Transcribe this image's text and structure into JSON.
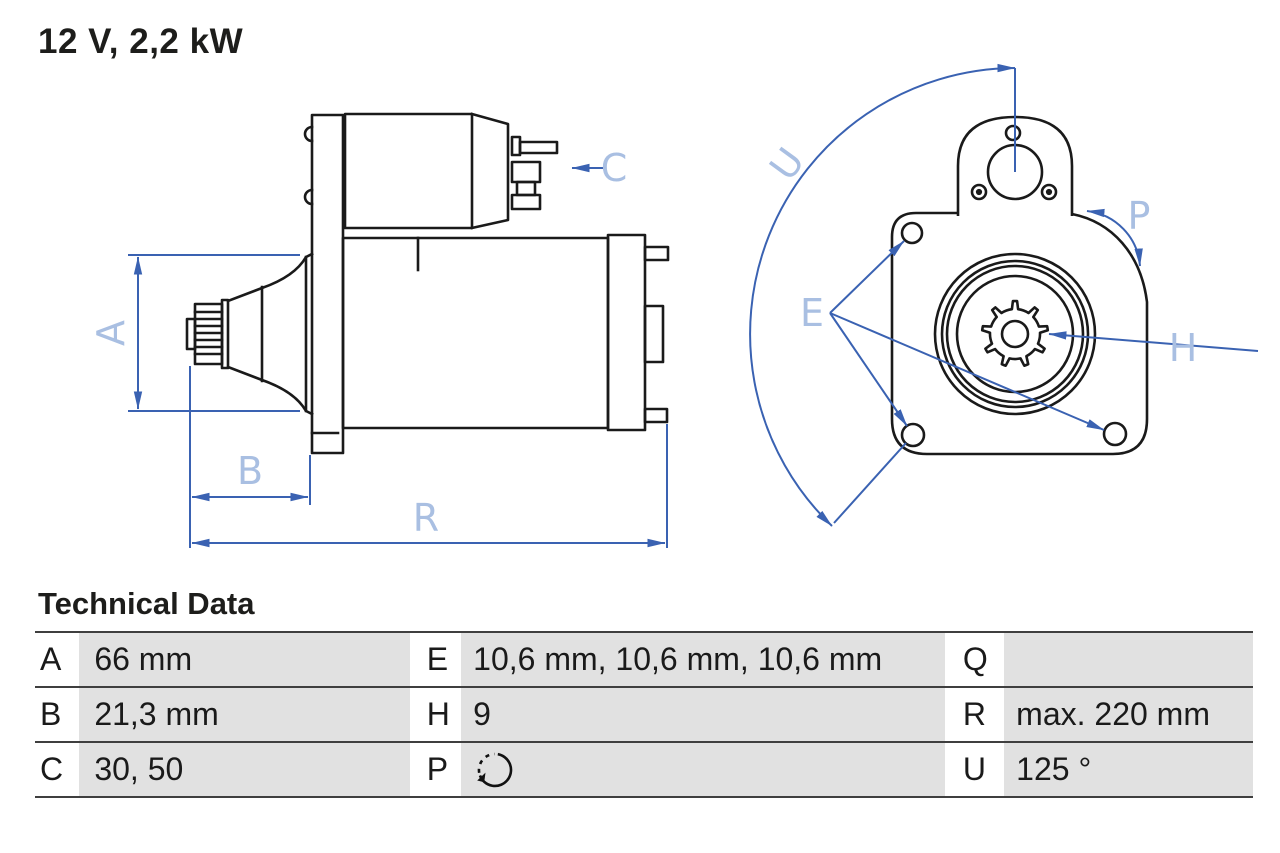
{
  "title": "12 V, 2,2 kW",
  "section_heading": "Technical Data",
  "diagram": {
    "labels": {
      "A": "A",
      "B": "B",
      "C": "C",
      "E": "E",
      "H": "H",
      "P": "P",
      "R": "R",
      "U": "U"
    },
    "colors": {
      "drawing_line": "#1a1a1a",
      "dimension_blue": "#3a62b2",
      "label_blue": "#a9bfe2"
    },
    "views": {
      "left": "side-view-starter-motor",
      "right": "front-view-drive-end"
    }
  },
  "table": {
    "rows": [
      {
        "k1": "A",
        "v1": "66 mm",
        "k2": "E",
        "v2": "10,6 mm, 10,6 mm, 10,6 mm",
        "k3": "Q",
        "v3": ""
      },
      {
        "k1": "B",
        "v1": "21,3 mm",
        "k2": "H",
        "v2": "9",
        "k3": "R",
        "v3": "max. 220 mm"
      },
      {
        "k1": "C",
        "v1": "30, 50",
        "k2": "P",
        "v2": "",
        "k3": "U",
        "v3": "125 °"
      }
    ],
    "p_icon": "rotation-direction-icon"
  }
}
